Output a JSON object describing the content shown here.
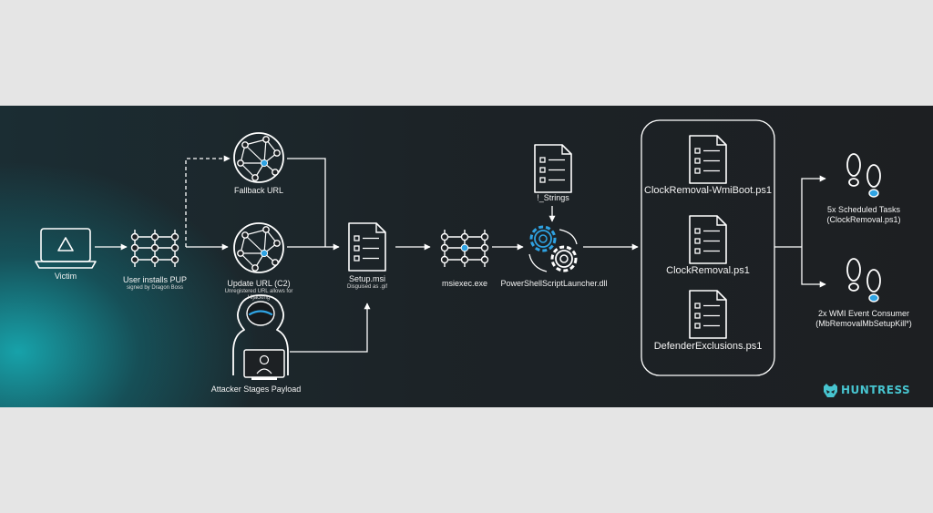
{
  "colors": {
    "node_stroke": "#ffffff",
    "accent": "#2fa3e3",
    "brand": "#47c4cf",
    "panel": "#1d2124"
  },
  "nodes": {
    "victim": {
      "label": "Victim",
      "icon": "laptop-warning-icon"
    },
    "pup": {
      "label": "User installs PUP",
      "sublabel": "signed by Dragon Boss",
      "icon": "network-nodes-icon"
    },
    "fallback": {
      "label": "Fallback URL",
      "icon": "globe-network-icon"
    },
    "update": {
      "label": "Update URL (C2)",
      "sublabel_line1": "Unregistered URL allows for",
      "sublabel_line2": "Hijacking",
      "icon": "globe-network-icon"
    },
    "attacker": {
      "label": "Attacker Stages Payload",
      "icon": "hooded-hacker-icon"
    },
    "setup": {
      "label": "Setup.msi",
      "sublabel": "Disguised as .gif",
      "icon": "document-icon"
    },
    "msiexec": {
      "label": "msiexec.exe",
      "icon": "network-nodes-icon"
    },
    "strings": {
      "label": "!_Strings",
      "icon": "document-icon"
    },
    "launcher": {
      "label": "PowerShellScriptLauncher.dll",
      "icon": "gears-icon"
    },
    "script1": {
      "label": "ClockRemoval-WmiBoot.ps1",
      "icon": "document-icon"
    },
    "script2": {
      "label": "ClockRemoval.ps1",
      "icon": "document-icon"
    },
    "script3": {
      "label": "DefenderExclusions.ps1",
      "icon": "document-icon"
    },
    "tasks": {
      "label_line1": "5x Scheduled Tasks",
      "label_line2": "(ClockRemoval.ps1)",
      "icon": "footprints-icon"
    },
    "wmi": {
      "label_line1": "2x WMI Event Consumer",
      "label_line2": "(MbRemovalMbSetupKill*)",
      "icon": "footprints-icon"
    }
  },
  "brand": {
    "name": "HUNTRESS",
    "icon": "huntress-bear-icon"
  }
}
